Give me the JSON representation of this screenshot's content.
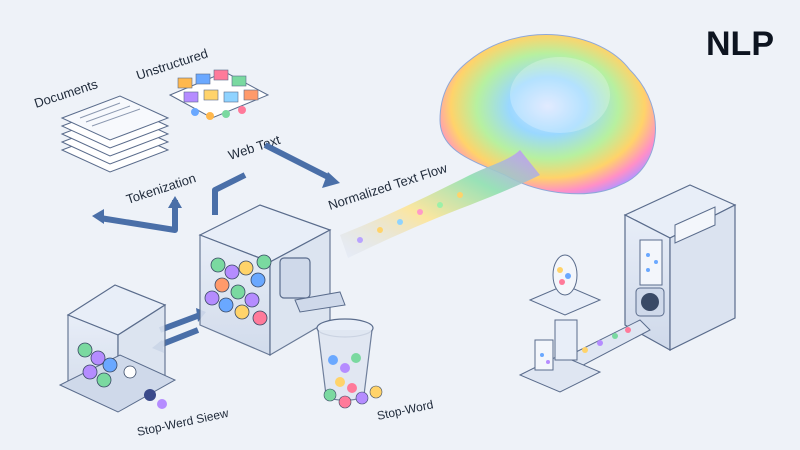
{
  "title": "NLP",
  "labels": {
    "documents": "Documents",
    "unstructured": "Unstructured",
    "web_text": "Web Text",
    "tokenization": "Tokenization",
    "normalized_text_flow": "Normalized Text Flow",
    "stop_word_sieve": "Stop-Werd Sieew",
    "stop_word": "Stop-Word"
  },
  "colors": {
    "background": "#eef2f8",
    "arrow": "#4a6fa8",
    "box_stroke": "#5a6c8c",
    "box_fill": "#dfe6f2"
  }
}
